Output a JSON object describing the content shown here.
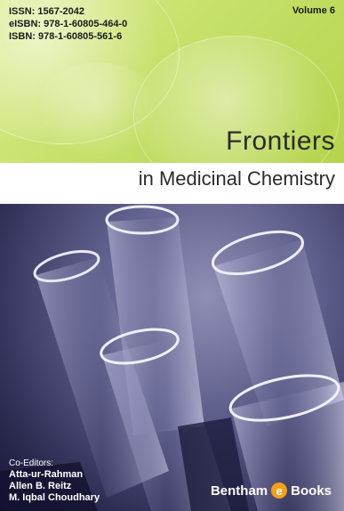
{
  "cover": {
    "issn": "ISSN: 1567-2042",
    "eisbn": "eISBN: 978-1-60805-464-0",
    "isbn": "ISBN: 978-1-60805-561-6",
    "volume": "Volume 6",
    "title": "Frontiers",
    "subtitle": "in Medicinal Chemistry",
    "coeditors_label": "Co-Editors:",
    "editors": [
      "Atta-ur-Rahman",
      "Allen B. Reitz",
      "M. Iqbal Choudhary"
    ],
    "publisher_part1": "Bentham",
    "logo_letter": "e",
    "publisher_part2": "Books"
  },
  "colors": {
    "top_band": "#c6e06a",
    "photo_tint": "#5d5d8a",
    "logo": "#f4a11a"
  },
  "icons": {
    "publisher_logo": "bentham-e-logo-icon",
    "photo": "test-tubes-photo"
  }
}
